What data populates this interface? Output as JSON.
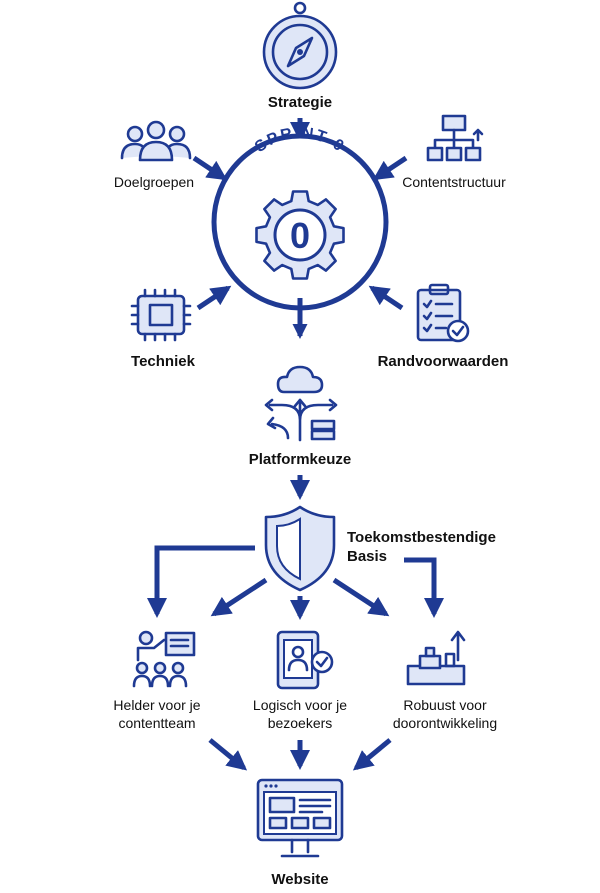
{
  "nodes": {
    "strategie": "Strategie",
    "doelgroepen": "Doelgroepen",
    "contentstructuur": "Contentstructuur",
    "sprint": "SPRINT 0",
    "sprint_number": "0",
    "techniek": "Techniek",
    "randvoorwaarden": "Randvoorwaarden",
    "platformkeuze": "Platformkeuze",
    "basis_line1": "Toekomstbestendige",
    "basis_line2": "Basis",
    "helder_line1": "Helder voor je",
    "helder_line2": "contentteam",
    "logisch_line1": "Logisch voor je",
    "logisch_line2": "bezoekers",
    "robuust_line1": "Robuust voor",
    "robuust_line2": "doorontwikkeling",
    "website": "Website"
  },
  "icons": {
    "strategie": "compass-icon",
    "doelgroepen": "people-group-icon",
    "contentstructuur": "sitemap-icon",
    "sprint": "gear-icon",
    "techniek": "cpu-chip-icon",
    "randvoorwaarden": "clipboard-check-icon",
    "platformkeuze": "cloud-branches-icon",
    "basis": "shield-icon",
    "helder": "presentation-team-icon",
    "logisch": "tablet-user-icon",
    "robuust": "building-growth-icon",
    "website": "monitor-website-icon"
  },
  "colors": {
    "primary": "#1f3a93",
    "fill_light": "#dfe6f7",
    "text": "#111111",
    "background": "#ffffff"
  }
}
